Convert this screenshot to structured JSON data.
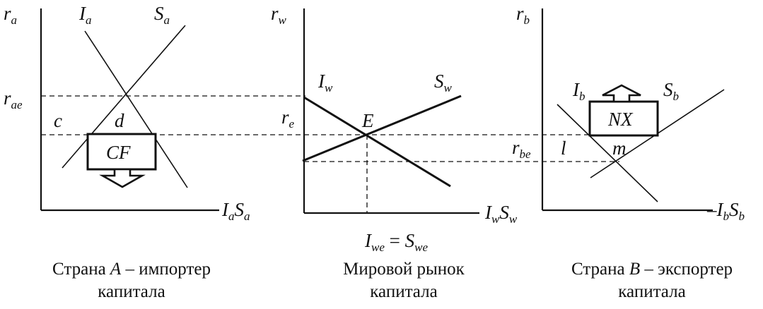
{
  "panel_a": {
    "y_axis": {
      "base": "r",
      "sub": "a"
    },
    "investment": {
      "base": "I",
      "sub": "a"
    },
    "saving": {
      "base": "S",
      "sub": "a"
    },
    "rate": {
      "base": "r",
      "sub": "ae"
    },
    "point_c": "c",
    "point_d": "d",
    "box": "CF",
    "x_axis": {
      "base1": "I",
      "sub1": "a",
      "base2": "S",
      "sub2": "a"
    },
    "caption_line1_pre": "Страна ",
    "caption_line1_letter": "A",
    "caption_line1_post": " – импортер",
    "caption_line2": "капитала"
  },
  "panel_w": {
    "y_axis": {
      "base": "r",
      "sub": "w"
    },
    "investment": {
      "base": "I",
      "sub": "w"
    },
    "saving": {
      "base": "S",
      "sub": "w"
    },
    "rate": {
      "base": "r",
      "sub": "e"
    },
    "point_e": "E",
    "x_axis": {
      "base1": "I",
      "sub1": "w",
      "base2": "S",
      "sub2": "w"
    },
    "equilibrium": {
      "base1": "I",
      "sub1": "we",
      "eq": " = ",
      "base2": "S",
      "sub2": "we"
    },
    "caption_line1": "Мировой рынок",
    "caption_line2": "капитала"
  },
  "panel_b": {
    "y_axis": {
      "base": "r",
      "sub": "b"
    },
    "investment": {
      "base": "I",
      "sub": "b"
    },
    "saving": {
      "base": "S",
      "sub": "b"
    },
    "rate": {
      "base": "r",
      "sub": "be"
    },
    "point_l": "l",
    "point_m": "m",
    "box": "NX",
    "x_axis": {
      "dash": "–",
      "base1": "I",
      "sub1": "b",
      "base2": "S",
      "sub2": "b"
    },
    "caption_line1_pre": "Страна ",
    "caption_line1_letter": "B",
    "caption_line1_post": " – экспортер",
    "caption_line2": "капитала"
  }
}
